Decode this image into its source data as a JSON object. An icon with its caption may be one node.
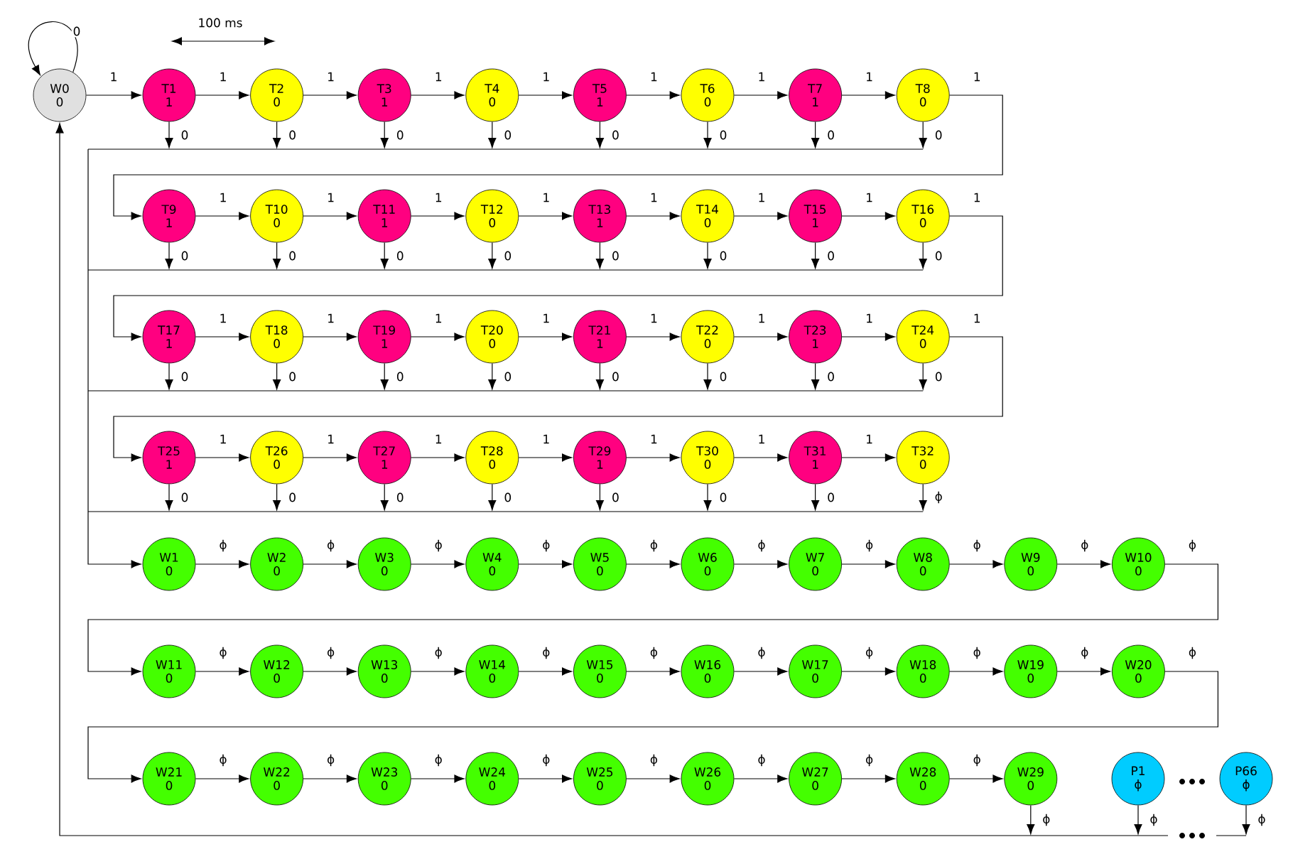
{
  "diagram": {
    "nodes": [
      {
        "text": [
          "W0",
          "0"
        ]
      },
      {
        "text": [
          "T1",
          "1"
        ]
      },
      {
        "text": [
          "T2",
          "0"
        ]
      },
      {
        "text": [
          "T3",
          "1"
        ]
      },
      {
        "text": [
          "T4",
          "0"
        ]
      },
      {
        "text": [
          "T5",
          "1"
        ]
      },
      {
        "text": [
          "T6",
          "0"
        ]
      },
      {
        "text": [
          "T7",
          "1"
        ]
      },
      {
        "text": [
          "T8",
          "0"
        ]
      },
      {
        "text": [
          "T9",
          "1"
        ]
      },
      {
        "text": [
          "T10",
          "0"
        ]
      },
      {
        "text": [
          "T11",
          "1"
        ]
      },
      {
        "text": [
          "T12",
          "0"
        ]
      },
      {
        "text": [
          "T13",
          "1"
        ]
      },
      {
        "text": [
          "T14",
          "0"
        ]
      },
      {
        "text": [
          "T15",
          "1"
        ]
      },
      {
        "text": [
          "T16",
          "0"
        ]
      },
      {
        "text": [
          "T17",
          "1"
        ]
      },
      {
        "text": [
          "T18",
          "0"
        ]
      },
      {
        "text": [
          "T19",
          "1"
        ]
      },
      {
        "text": [
          "T20",
          "0"
        ]
      },
      {
        "text": [
          "T21",
          "1"
        ]
      },
      {
        "text": [
          "T22",
          "0"
        ]
      },
      {
        "text": [
          "T23",
          "1"
        ]
      },
      {
        "text": [
          "T24",
          "0"
        ]
      },
      {
        "text": [
          "T25",
          "1"
        ]
      },
      {
        "text": [
          "T26",
          "0"
        ]
      },
      {
        "text": [
          "T27",
          "1"
        ]
      },
      {
        "text": [
          "T28",
          "0"
        ]
      },
      {
        "text": [
          "T29",
          "1"
        ]
      },
      {
        "text": [
          "T30",
          "0"
        ]
      },
      {
        "text": [
          "T31",
          "1"
        ]
      },
      {
        "text": [
          "T32",
          "0"
        ]
      },
      {
        "text": [
          "W1",
          "0"
        ]
      },
      {
        "text": [
          "W2",
          "0"
        ]
      },
      {
        "text": [
          "W3",
          "0"
        ]
      },
      {
        "text": [
          "W4",
          "0"
        ]
      },
      {
        "text": [
          "W5",
          "0"
        ]
      },
      {
        "text": [
          "W6",
          "0"
        ]
      },
      {
        "text": [
          "W7",
          "0"
        ]
      },
      {
        "text": [
          "W8",
          "0"
        ]
      },
      {
        "text": [
          "W9",
          "0"
        ]
      },
      {
        "text": [
          "W10",
          "0"
        ]
      },
      {
        "text": [
          "W11",
          "0"
        ]
      },
      {
        "text": [
          "W12",
          "0"
        ]
      },
      {
        "text": [
          "W13",
          "0"
        ]
      },
      {
        "text": [
          "W14",
          "0"
        ]
      },
      {
        "text": [
          "W15",
          "0"
        ]
      },
      {
        "text": [
          "W16",
          "0"
        ]
      },
      {
        "text": [
          "W17",
          "0"
        ]
      },
      {
        "text": [
          "W18",
          "0"
        ]
      },
      {
        "text": [
          "W19",
          "0"
        ]
      },
      {
        "text": [
          "W20",
          "0"
        ]
      },
      {
        "text": [
          "W21",
          "0"
        ]
      },
      {
        "text": [
          "W22",
          "0"
        ]
      },
      {
        "text": [
          "W23",
          "0"
        ]
      },
      {
        "text": [
          "W24",
          "0"
        ]
      },
      {
        "text": [
          "W25",
          "0"
        ]
      },
      {
        "text": [
          "W26",
          "0"
        ]
      },
      {
        "text": [
          "W27",
          "0"
        ]
      },
      {
        "text": [
          "W28",
          "0"
        ]
      },
      {
        "text": [
          "W29",
          "0"
        ]
      },
      {
        "text": [
          "P1",
          "ϕ"
        ]
      },
      {
        "text": [
          "P66",
          "ϕ"
        ]
      }
    ],
    "edges": [
      {
        "from": 0,
        "to": 0,
        "arrow": "to",
        "label": "0"
      },
      {
        "from": 0,
        "to": 1,
        "arrow": "to",
        "label": "1"
      },
      {
        "from": 1,
        "to": 2,
        "arrow": "to",
        "label": "1"
      },
      {
        "from": 2,
        "to": 3,
        "arrow": "to",
        "label": "1"
      },
      {
        "from": 3,
        "to": 4,
        "arrow": "to",
        "label": "1"
      },
      {
        "from": 4,
        "to": 5,
        "arrow": "to",
        "label": "1"
      },
      {
        "from": 5,
        "to": 6,
        "arrow": "to",
        "label": "1"
      },
      {
        "from": 6,
        "to": 7,
        "arrow": "to",
        "label": "1"
      },
      {
        "from": 7,
        "to": 8,
        "arrow": "to",
        "label": "1"
      },
      {
        "from": 8,
        "to": 9,
        "arrow": "to",
        "label": "1"
      },
      {
        "from": 9,
        "to": 10,
        "arrow": "to",
        "label": "1"
      },
      {
        "from": 10,
        "to": 11,
        "arrow": "to",
        "label": "1"
      },
      {
        "from": 11,
        "to": 12,
        "arrow": "to",
        "label": "1"
      },
      {
        "from": 12,
        "to": 13,
        "arrow": "to",
        "label": "1"
      },
      {
        "from": 13,
        "to": 14,
        "arrow": "to",
        "label": "1"
      },
      {
        "from": 14,
        "to": 15,
        "arrow": "to",
        "label": "1"
      },
      {
        "from": 15,
        "to": 16,
        "arrow": "to",
        "label": "1"
      },
      {
        "from": 16,
        "to": 17,
        "arrow": "to",
        "label": "1"
      },
      {
        "from": 17,
        "to": 18,
        "arrow": "to",
        "label": "1"
      },
      {
        "from": 18,
        "to": 19,
        "arrow": "to",
        "label": "1"
      },
      {
        "from": 19,
        "to": 20,
        "arrow": "to",
        "label": "1"
      },
      {
        "from": 20,
        "to": 21,
        "arrow": "to",
        "label": "1"
      },
      {
        "from": 21,
        "to": 22,
        "arrow": "to",
        "label": "1"
      },
      {
        "from": 22,
        "to": 23,
        "arrow": "to",
        "label": "1"
      },
      {
        "from": 23,
        "to": 24,
        "arrow": "to",
        "label": "1"
      },
      {
        "from": 24,
        "to": 25,
        "arrow": "to",
        "label": "1"
      },
      {
        "from": 25,
        "to": 26,
        "arrow": "to",
        "label": "1"
      },
      {
        "from": 26,
        "to": 27,
        "arrow": "to",
        "label": "1"
      },
      {
        "from": 27,
        "to": 28,
        "arrow": "to",
        "label": "1"
      },
      {
        "from": 28,
        "to": 29,
        "arrow": "to",
        "label": "1"
      },
      {
        "from": 29,
        "to": 30,
        "arrow": "to",
        "label": "1"
      },
      {
        "from": 30,
        "to": 31,
        "arrow": "to",
        "label": "1"
      },
      {
        "from": 31,
        "to": 32,
        "arrow": "to",
        "label": "1"
      },
      {
        "from": 1,
        "to": 33,
        "arrow": "to",
        "label": "0"
      },
      {
        "from": 2,
        "to": 33,
        "arrow": "to",
        "label": "0"
      },
      {
        "from": 3,
        "to": 33,
        "arrow": "to",
        "label": "0"
      },
      {
        "from": 4,
        "to": 33,
        "arrow": "to",
        "label": "0"
      },
      {
        "from": 5,
        "to": 33,
        "arrow": "to",
        "label": "0"
      },
      {
        "from": 6,
        "to": 33,
        "arrow": "to",
        "label": "0"
      },
      {
        "from": 7,
        "to": 33,
        "arrow": "to",
        "label": "0"
      },
      {
        "from": 8,
        "to": 33,
        "arrow": "to",
        "label": "0"
      },
      {
        "from": 9,
        "to": 33,
        "arrow": "to",
        "label": "0"
      },
      {
        "from": 10,
        "to": 33,
        "arrow": "to",
        "label": "0"
      },
      {
        "from": 11,
        "to": 33,
        "arrow": "to",
        "label": "0"
      },
      {
        "from": 12,
        "to": 33,
        "arrow": "to",
        "label": "0"
      },
      {
        "from": 13,
        "to": 33,
        "arrow": "to",
        "label": "0"
      },
      {
        "from": 14,
        "to": 33,
        "arrow": "to",
        "label": "0"
      },
      {
        "from": 15,
        "to": 33,
        "arrow": "to",
        "label": "0"
      },
      {
        "from": 16,
        "to": 33,
        "arrow": "to",
        "label": "0"
      },
      {
        "from": 17,
        "to": 33,
        "arrow": "to",
        "label": "0"
      },
      {
        "from": 18,
        "to": 33,
        "arrow": "to",
        "label": "0"
      },
      {
        "from": 19,
        "to": 33,
        "arrow": "to",
        "label": "0"
      },
      {
        "from": 20,
        "to": 33,
        "arrow": "to",
        "label": "0"
      },
      {
        "from": 21,
        "to": 33,
        "arrow": "to",
        "label": "0"
      },
      {
        "from": 22,
        "to": 33,
        "arrow": "to",
        "label": "0"
      },
      {
        "from": 23,
        "to": 33,
        "arrow": "to",
        "label": "0"
      },
      {
        "from": 24,
        "to": 33,
        "arrow": "to",
        "label": "0"
      },
      {
        "from": 25,
        "to": 33,
        "arrow": "to",
        "label": "0"
      },
      {
        "from": 26,
        "to": 33,
        "arrow": "to",
        "label": "0"
      },
      {
        "from": 27,
        "to": 33,
        "arrow": "to",
        "label": "0"
      },
      {
        "from": 28,
        "to": 33,
        "arrow": "to",
        "label": "0"
      },
      {
        "from": 29,
        "to": 33,
        "arrow": "to",
        "label": "0"
      },
      {
        "from": 30,
        "to": 33,
        "arrow": "to",
        "label": "0"
      },
      {
        "from": 31,
        "to": 33,
        "arrow": "to",
        "label": "0"
      },
      {
        "from": 32,
        "to": 33,
        "arrow": "to",
        "label": "ϕ"
      },
      {
        "from": 33,
        "to": 34,
        "arrow": "to",
        "label": "ϕ"
      },
      {
        "from": 34,
        "to": 35,
        "arrow": "to",
        "label": "ϕ"
      },
      {
        "from": 35,
        "to": 36,
        "arrow": "to",
        "label": "ϕ"
      },
      {
        "from": 36,
        "to": 37,
        "arrow": "to",
        "label": "ϕ"
      },
      {
        "from": 37,
        "to": 38,
        "arrow": "to",
        "label": "ϕ"
      },
      {
        "from": 38,
        "to": 39,
        "arrow": "to",
        "label": "ϕ"
      },
      {
        "from": 39,
        "to": 40,
        "arrow": "to",
        "label": "ϕ"
      },
      {
        "from": 40,
        "to": 41,
        "arrow": "to",
        "label": "ϕ"
      },
      {
        "from": 41,
        "to": 42,
        "arrow": "to",
        "label": "ϕ"
      },
      {
        "from": 42,
        "to": 43,
        "arrow": "to",
        "label": "ϕ"
      },
      {
        "from": 43,
        "to": 44,
        "arrow": "to",
        "label": "ϕ"
      },
      {
        "from": 44,
        "to": 45,
        "arrow": "to",
        "label": "ϕ"
      },
      {
        "from": 45,
        "to": 46,
        "arrow": "to",
        "label": "ϕ"
      },
      {
        "from": 46,
        "to": 47,
        "arrow": "to",
        "label": "ϕ"
      },
      {
        "from": 47,
        "to": 48,
        "arrow": "to",
        "label": "ϕ"
      },
      {
        "from": 48,
        "to": 49,
        "arrow": "to",
        "label": "ϕ"
      },
      {
        "from": 49,
        "to": 50,
        "arrow": "to",
        "label": "ϕ"
      },
      {
        "from": 50,
        "to": 51,
        "arrow": "to",
        "label": "ϕ"
      },
      {
        "from": 51,
        "to": 52,
        "arrow": "to",
        "label": "ϕ"
      },
      {
        "from": 52,
        "to": 53,
        "arrow": "to",
        "label": "ϕ"
      },
      {
        "from": 53,
        "to": 54,
        "arrow": "to",
        "label": "ϕ"
      },
      {
        "from": 54,
        "to": 55,
        "arrow": "to",
        "label": "ϕ"
      },
      {
        "from": 55,
        "to": 56,
        "arrow": "to",
        "label": "ϕ"
      },
      {
        "from": 56,
        "to": 57,
        "arrow": "to",
        "label": "ϕ"
      },
      {
        "from": 57,
        "to": 58,
        "arrow": "to",
        "label": "ϕ"
      },
      {
        "from": 58,
        "to": 59,
        "arrow": "to",
        "label": "ϕ"
      },
      {
        "from": 59,
        "to": 60,
        "arrow": "to",
        "label": "ϕ"
      },
      {
        "from": 60,
        "to": 61,
        "arrow": "to",
        "label": "ϕ"
      },
      {
        "from": 61,
        "to": 0,
        "arrow": "to",
        "label": "ϕ"
      },
      {
        "from": 62,
        "to": 0,
        "arrow": "to",
        "label": "ϕ"
      },
      {
        "from": 63,
        "to": 0,
        "arrow": "to",
        "label": "ϕ"
      }
    ],
    "labels": [
      "100 ms"
    ]
  }
}
